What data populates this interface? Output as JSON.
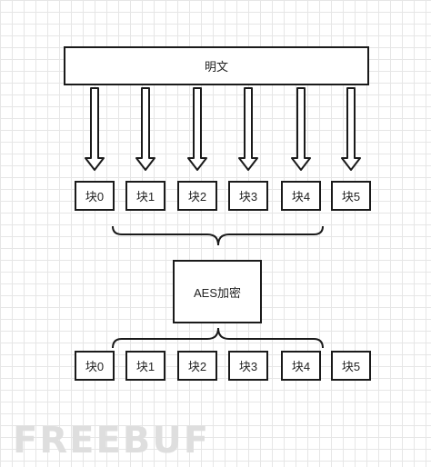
{
  "plaintext": {
    "label": "明文"
  },
  "cipher": {
    "label": "AES加密"
  },
  "input_blocks": [
    "块0",
    "块1",
    "块2",
    "块3",
    "块4",
    "块5"
  ],
  "output_blocks": [
    "块0",
    "块1",
    "块2",
    "块3",
    "块4",
    "块5"
  ],
  "watermark": "FREEBUF",
  "colors": {
    "stroke": "#1a1a1a",
    "box_fill": "#ffffff",
    "grid": "#e6e6e6"
  }
}
